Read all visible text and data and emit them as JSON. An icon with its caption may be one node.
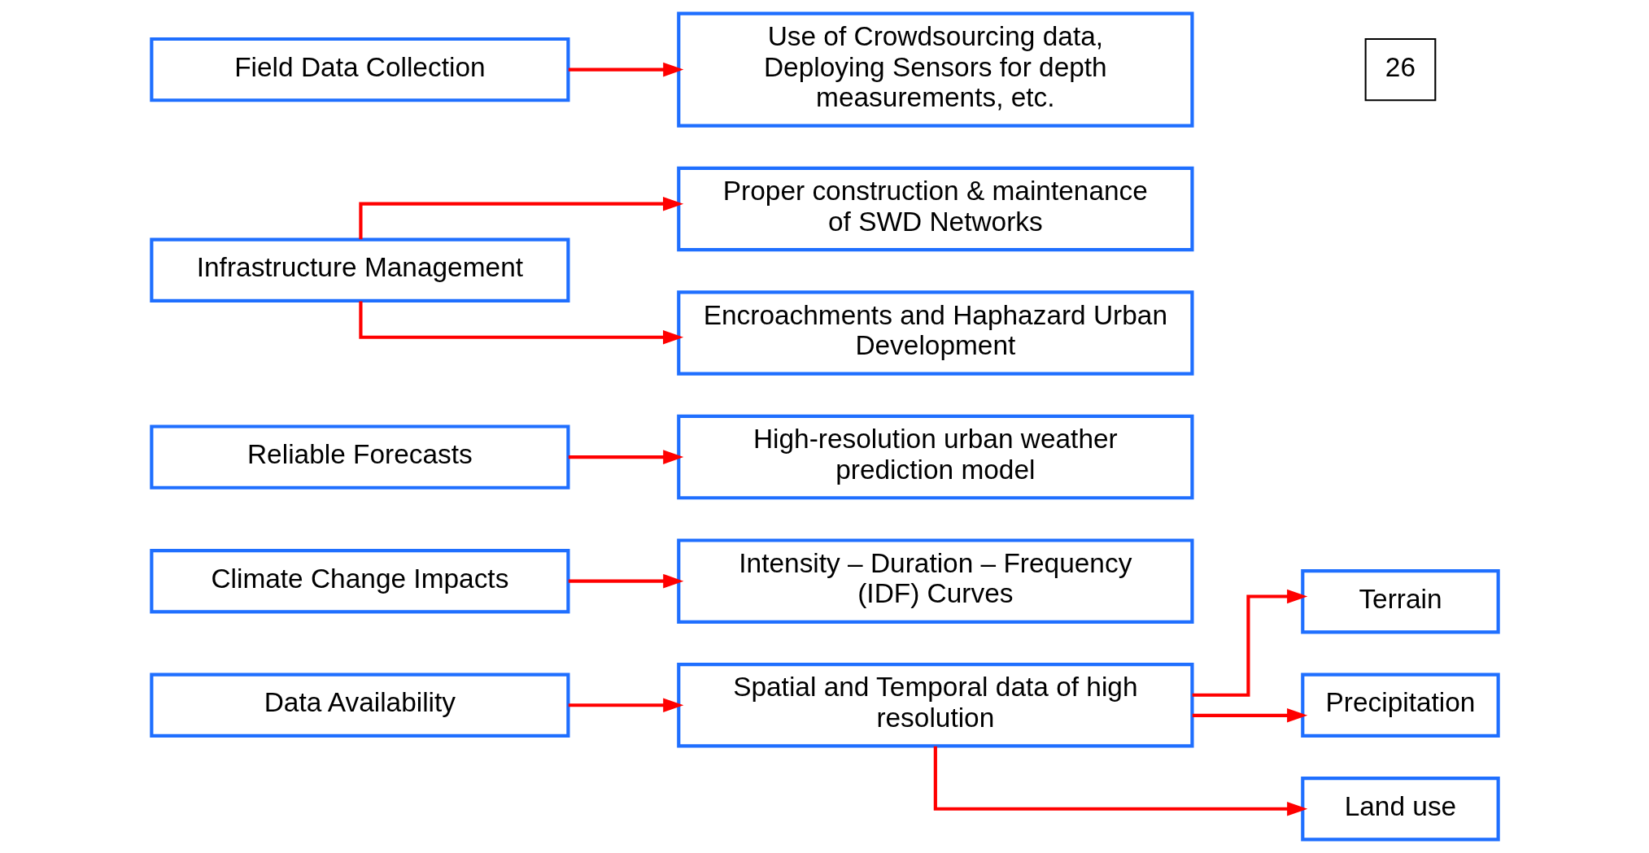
{
  "diagram": {
    "nodes": [
      {
        "text": [
          "Data Availability"
        ]
      },
      {
        "text": [
          "Spatial and Temporal data of high resolution"
        ]
      },
      {
        "text": [
          "Terrain"
        ]
      },
      {
        "text": [
          "Precipitation"
        ]
      },
      {
        "text": [
          "Land use"
        ]
      },
      {
        "text": [
          "Climate Change Impacts"
        ]
      },
      {
        "text": [
          "Intensity – Duration – Frequency (IDF) Curves"
        ]
      },
      {
        "text": [
          "Reliable Forecasts"
        ]
      },
      {
        "text": [
          "High-resolution urban weather prediction model"
        ]
      },
      {
        "text": [
          "Infrastructure Management"
        ]
      },
      {
        "text": [
          "Proper construction & maintenance of SWD Networks"
        ]
      },
      {
        "text": [
          "Encroachments and Haphazard Urban Development"
        ]
      },
      {
        "text": [
          "Field Data Collection"
        ]
      },
      {
        "text": [
          "Use of Crowdsourcing data, Deploying Sensors for depth measurements, etc."
        ]
      }
    ],
    "edges": [
      {
        "from": 0,
        "to": 1,
        "arrow": "to"
      },
      {
        "from": 1,
        "to": 2,
        "arrow": "to"
      },
      {
        "from": 1,
        "to": 3,
        "arrow": "to"
      },
      {
        "from": 1,
        "to": 4,
        "arrow": "to"
      },
      {
        "from": 5,
        "to": 6,
        "arrow": "to"
      },
      {
        "from": 7,
        "to": 8,
        "arrow": "to"
      },
      {
        "from": 9,
        "to": 10,
        "arrow": "to"
      },
      {
        "from": 9,
        "to": 11,
        "arrow": "to"
      },
      {
        "from": 12,
        "to": 13,
        "arrow": "to"
      }
    ],
    "labels": [
      "26"
    ]
  }
}
